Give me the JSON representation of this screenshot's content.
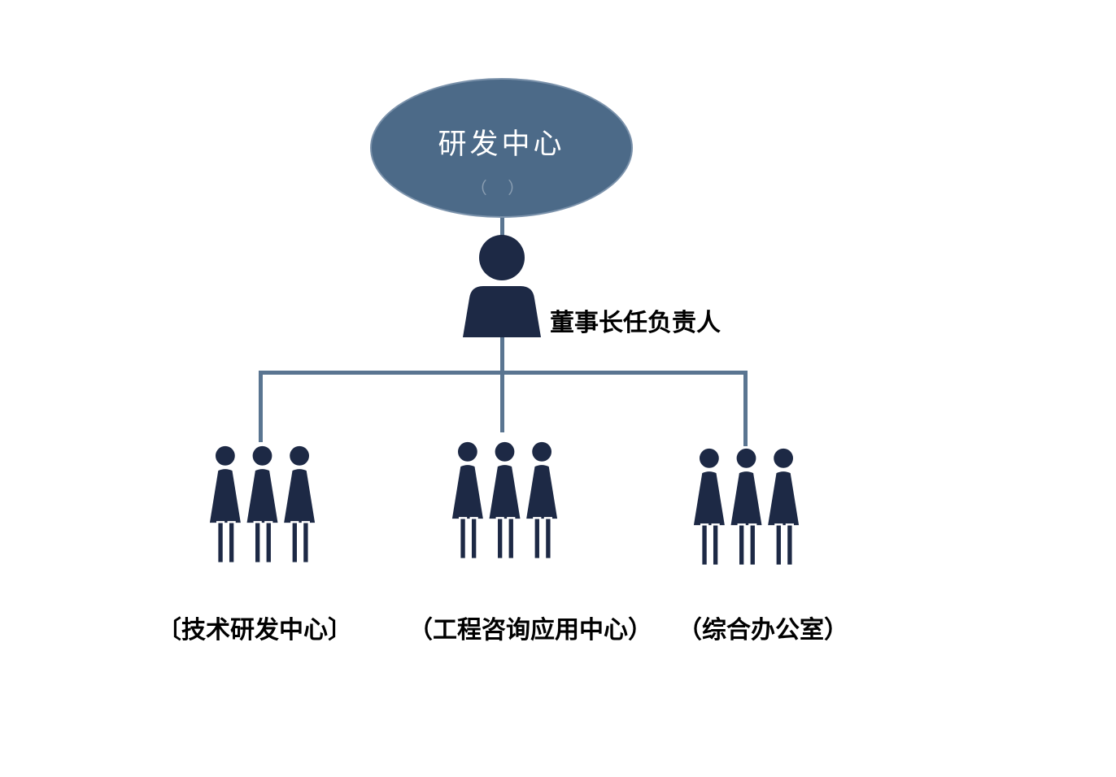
{
  "diagram": {
    "root": {
      "title": "研发中心",
      "subtitle": "（  ）"
    },
    "leader": {
      "label": "董事长任负责人"
    },
    "groups": [
      {
        "label": "〔技术研发中心〕"
      },
      {
        "label": "（工程咨询应用中心）"
      },
      {
        "label": "（综合办公室）"
      }
    ],
    "colors": {
      "ellipse": "#4c6a88",
      "icon": "#1d2945",
      "line": "#5a7591",
      "label": "#000000"
    }
  }
}
